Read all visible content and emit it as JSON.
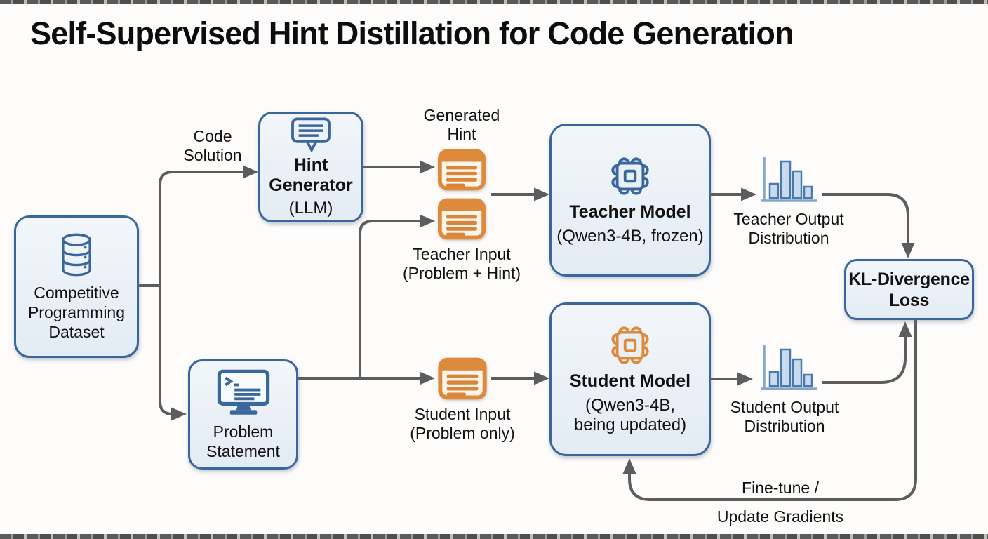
{
  "title": "Self-Supervised Hint Distillation for Code Generation",
  "nodes": {
    "dataset": {
      "label": "Competitive\nProgramming\nDataset"
    },
    "hint_generator": {
      "title": "Hint\nGenerator",
      "subtitle": "(LLM)"
    },
    "teacher_model": {
      "title": "Teacher Model",
      "subtitle": "(Qwen3-4B, frozen)"
    },
    "student_model": {
      "title": "Student Model",
      "subtitle": "(Qwen3-4B,\nbeing updated)"
    },
    "kl_loss": {
      "title": "KL-Divergence\nLoss"
    },
    "problem_statement": {
      "label": "Problem\nStatement"
    }
  },
  "labels": {
    "code_solution": "Code\nSolution",
    "generated_hint": "Generated\nHint",
    "teacher_input": "Teacher Input\n(Problem + Hint)",
    "student_input": "Student Input\n(Problem only)",
    "teacher_output": "Teacher Output\nDistribution",
    "student_output": "Student Output\nDistribution",
    "fine_tune": "Fine-tune /",
    "update_gradients": "Update Gradients"
  },
  "icons": {
    "dataset": "database-icon",
    "hint_generator": "chat-bubble-icon",
    "teacher_model": "ai-chip-icon",
    "student_model": "ai-chip-icon",
    "problem_statement": "code-monitor-icon",
    "teacher_input": "document-card-icon",
    "student_input": "document-card-icon",
    "generated_hint": "document-card-icon",
    "teacher_output": "bar-distribution-icon",
    "student_output": "bar-distribution-icon"
  },
  "output_distribution_bars": [
    0.38,
    1.0,
    0.72,
    0.3
  ],
  "colors": {
    "node_border_blue": "#39679c",
    "node_fill": "#e9eff6",
    "icon_blue": "#39679c",
    "icon_orange": "#dd8a3d",
    "doc_body": "#fbf4ea",
    "bar_fill": "#c9daee",
    "arrow_gray": "#5d5d5d",
    "text": "#111111",
    "background": "#fdfcfb"
  }
}
